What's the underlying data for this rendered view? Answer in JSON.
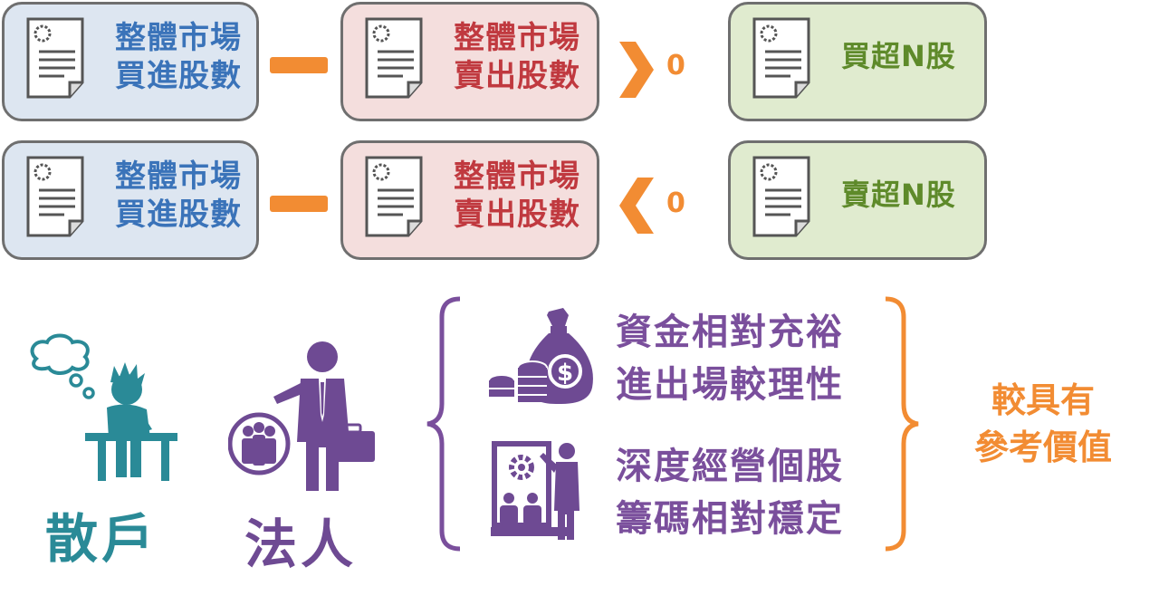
{
  "rows": [
    {
      "buy_box": {
        "line1": "整體市場",
        "line2": "買進股數"
      },
      "sell_box": {
        "line1": "整體市場",
        "line2": "賣出股數"
      },
      "comparison": ">",
      "zero": "0",
      "result": "買超N股"
    },
    {
      "buy_box": {
        "line1": "整體市場",
        "line2": "買進股數"
      },
      "sell_box": {
        "line1": "整體市場",
        "line2": "賣出股數"
      },
      "comparison": "<",
      "zero": "0",
      "result": "賣超N股"
    }
  ],
  "retail": {
    "label": "散戶",
    "icon": "thinking-person-at-desk-icon",
    "color": "#2a8a97"
  },
  "institution": {
    "label": "法人",
    "icon": "businessman-with-group-icon",
    "color": "#6e4a93"
  },
  "traits": [
    {
      "icon": "money-bag-coins-icon",
      "line1": "資金相對充裕",
      "line2": "進出場較理性"
    },
    {
      "icon": "presenter-board-icon",
      "line1": "深度經營個股",
      "line2": "籌碼相對穩定"
    }
  ],
  "conclusion": {
    "line1": "較具有",
    "line2": "參考價值"
  },
  "colors": {
    "accent": "#f28c33",
    "purple": "#7a4f9c",
    "blue_text": "#3a73b9",
    "red_text": "#c0393f",
    "green_text": "#5e8a2a"
  }
}
